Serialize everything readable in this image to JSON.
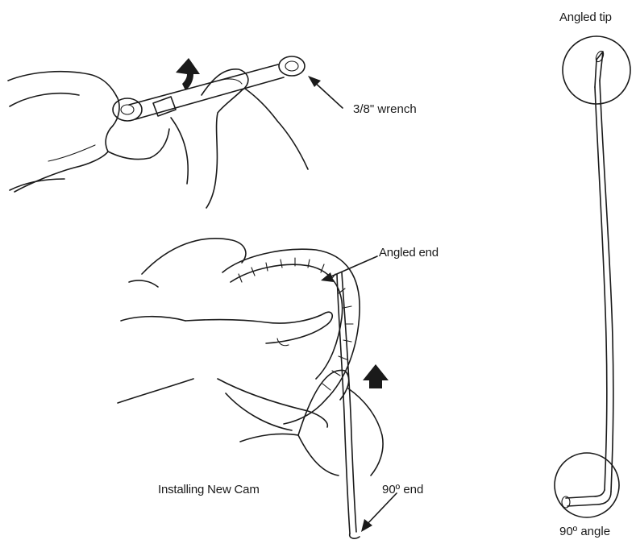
{
  "labels": {
    "wrench": "3/8\" wrench",
    "angled_end": "Angled end",
    "installing_new_cam": "Installing New Cam",
    "ninety_end": "90º end",
    "angled_tip": "Angled tip",
    "ninety_angle": "90º angle"
  },
  "colors": {
    "ink": "#1a1a1a",
    "background": "#ffffff"
  },
  "icons": [
    "wrench-illustration",
    "cam-install-illustration",
    "tool-rod-illustration",
    "up-arrow-icon"
  ]
}
